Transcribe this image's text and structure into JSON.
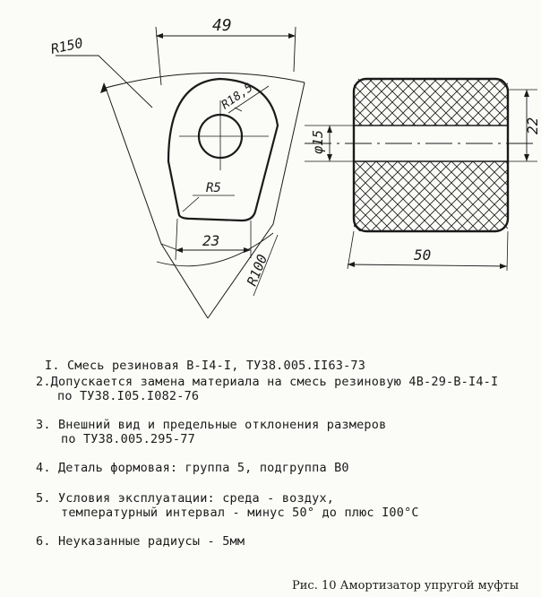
{
  "drawing": {
    "dims": {
      "r150": "R150",
      "w49": "49",
      "r185": "R18,5",
      "r5": "R5",
      "w23": "23",
      "r100": "R100",
      "d15": "φ15",
      "h22": "22",
      "w50": "50"
    }
  },
  "notes": [
    {
      "line1": "I. Смесь резиновая В-I4-I, ТУ38.005.II63-73",
      "line2": ""
    },
    {
      "line1": "2.Допускается замена материала на смесь резиновую 4В-29-В-I4-I",
      "line2": "по ТУ38.I05.I082-76"
    },
    {
      "line1": "3. Внешний вид и предельные отклонения  размеров",
      "line2": "по ТУ38.005.295-77"
    },
    {
      "line1": "4. Деталь формовая: группа 5, подгруппа В0",
      "line2": ""
    },
    {
      "line1": "5. Условия эксплуатации: среда - воздух,",
      "line2": "температурный интервал - минус 50° до плюс I00°С"
    },
    {
      "line1": "6. Неуказанные радиусы - 5мм",
      "line2": ""
    }
  ],
  "caption": "Рис. 10 Амортизатор упругой муфты"
}
